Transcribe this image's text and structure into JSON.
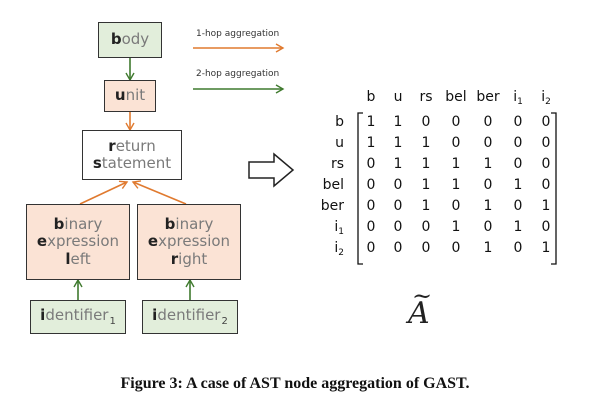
{
  "legend": {
    "one_hop": "1-hop aggregation",
    "two_hop": "2-hop aggregation",
    "one_hop_color": "#e07a2f",
    "two_hop_color": "#3f7a2e"
  },
  "nodes": {
    "body": {
      "hl": "b",
      "rest": "ody"
    },
    "unit": {
      "hl": "u",
      "rest": "nit"
    },
    "return_statement": {
      "l1_hl": "r",
      "l1_rest": "eturn",
      "l2_hl": "s",
      "l2_rest": "tatement"
    },
    "binary_expression_left": {
      "l1_hl": "b",
      "l1_rest": "inary",
      "l2_hl": "e",
      "l2_rest": "xpression",
      "l3_hl": "l",
      "l3_rest": "eft"
    },
    "binary_expression_right": {
      "l1_hl": "b",
      "l1_rest": "inary",
      "l2_hl": "e",
      "l2_rest": "xpression",
      "l3_hl": "r",
      "l3_rest": "ight"
    },
    "identifier_1": {
      "hl": "i",
      "rest": "dentifier",
      "sub": "1"
    },
    "identifier_2": {
      "hl": "i",
      "rest": "dentifier",
      "sub": "2"
    }
  },
  "matrix": {
    "col_labels": [
      "b",
      "u",
      "rs",
      "bel",
      "ber",
      "i",
      "i"
    ],
    "col_subs": [
      "",
      "",
      "",
      "",
      "",
      "1",
      "2"
    ],
    "row_labels": [
      "b",
      "u",
      "rs",
      "bel",
      "ber",
      "i",
      "i"
    ],
    "row_subs": [
      "",
      "",
      "",
      "",
      "",
      "1",
      "2"
    ],
    "rows": [
      [
        "1",
        "1",
        "0",
        "0",
        "0",
        "0",
        "0"
      ],
      [
        "1",
        "1",
        "1",
        "0",
        "0",
        "0",
        "0"
      ],
      [
        "0",
        "1",
        "1",
        "1",
        "1",
        "0",
        "0"
      ],
      [
        "0",
        "0",
        "1",
        "1",
        "0",
        "1",
        "0"
      ],
      [
        "0",
        "0",
        "1",
        "0",
        "1",
        "0",
        "1"
      ],
      [
        "0",
        "0",
        "0",
        "1",
        "0",
        "1",
        "0"
      ],
      [
        "0",
        "0",
        "0",
        "0",
        "1",
        "0",
        "1"
      ]
    ],
    "symbol": "A",
    "symbol_accent": "~"
  },
  "caption": "Figure 3: A case of AST node aggregation of GAST."
}
